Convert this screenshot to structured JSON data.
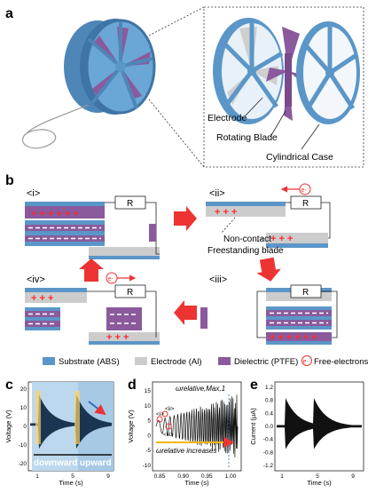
{
  "panel_a": {
    "letter": "a",
    "labels": {
      "electrode": "Electrode",
      "rotating_blade": "Rotating Blade",
      "cylindrical_case": "Cylindrical Case"
    }
  },
  "panel_b": {
    "letter": "b",
    "states": [
      "<i>",
      "<ii>",
      "<iii>",
      "<iv>"
    ],
    "resistor": "R",
    "electron_symbol": "e-",
    "blade_caption_1": "Non-contact",
    "blade_caption_2": "Freestanding blade",
    "legend": [
      {
        "label": "Substrate (ABS)",
        "color": "#5b96c8"
      },
      {
        "label": "Electrode (Al)",
        "color": "#cccccc"
      },
      {
        "label": "Dielectric (PTFE)",
        "color": "#8a5a9c"
      },
      {
        "label": "Free-electrons",
        "symbol": "e-"
      }
    ],
    "colors": {
      "plus": "#ff2a2a",
      "arrow": "#ee3333",
      "dielectric": "#8a5a9c",
      "electrode": "#cccccc",
      "substrate": "#5b96c8"
    }
  },
  "panel_c": {
    "letter": "c",
    "ylabel": "Voltage (V)",
    "xlabel": "Time (s)",
    "x_ticks": [
      "1",
      "5",
      "9"
    ],
    "y_ticks": [
      "20",
      "10",
      "0",
      "-10",
      "-20"
    ],
    "annotations": {
      "downward": "downward",
      "upward": "upward"
    }
  },
  "panel_d": {
    "letter": "d",
    "ylabel": "Voltage (V)",
    "xlabel": "Time (s)",
    "x_ticks": [
      "0.85",
      "0.90",
      "0.95",
      "1.00"
    ],
    "y_ticks": [
      "15",
      "10",
      "5",
      "0",
      "-5",
      "-10"
    ],
    "omega_max": "ωrelative,Max,1",
    "omega_increases": "ωrelative increases",
    "markers": [
      "<i>",
      "<ii>",
      "<iii>"
    ]
  },
  "panel_e": {
    "letter": "e",
    "ylabel": "Current (μA)",
    "xlabel": "Time (s)",
    "x_ticks": [
      "1",
      "5",
      "9"
    ],
    "y_ticks": [
      "1.2",
      "0.8",
      "0.4",
      "0.0",
      "-0.4",
      "-0.8",
      "-1.2"
    ]
  }
}
